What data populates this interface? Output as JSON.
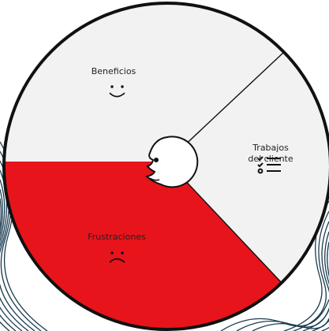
{
  "segments": {
    "benefits": {
      "label": "Beneficios",
      "icon": "smile-icon",
      "color": "#f2f2f2"
    },
    "jobs": {
      "label_line1": "Trabajos",
      "label_line2": "del cliente",
      "icon": "checklist-icon",
      "color": "#f2f2f2"
    },
    "pains": {
      "label": "Frustraciones",
      "icon": "frown-icon",
      "color": "#e8141b"
    }
  },
  "center": {
    "icon": "face-profile-icon",
    "color": "#ffffff"
  },
  "outline_color": "#111111",
  "background_pattern": "wavy-lines"
}
